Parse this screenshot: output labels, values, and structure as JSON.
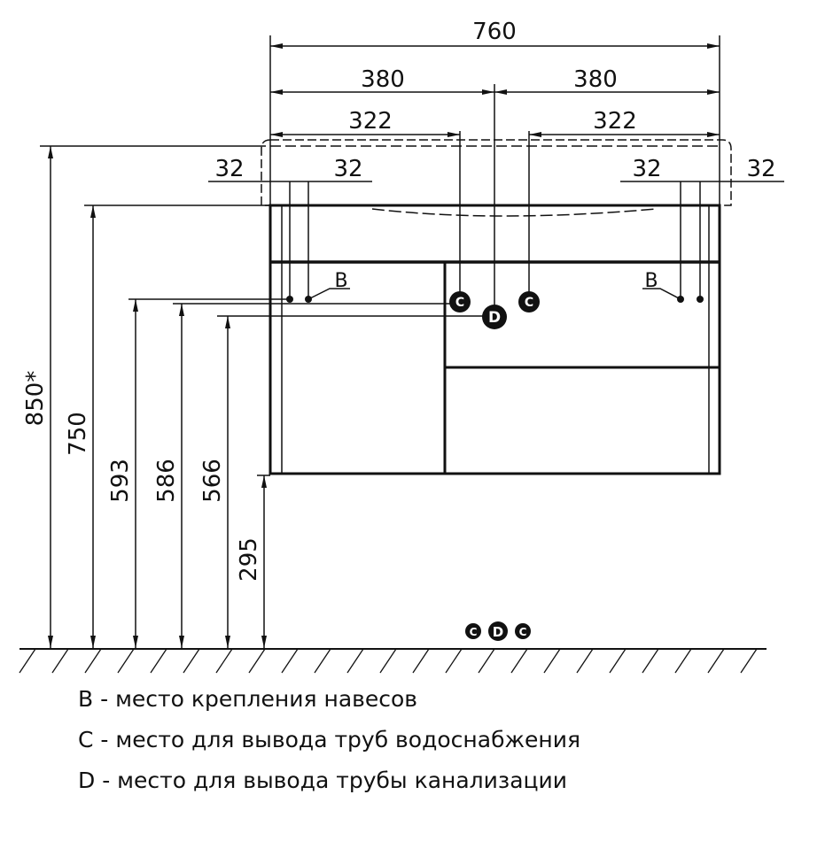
{
  "dimensions": {
    "total_width": "760",
    "half_left": "380",
    "half_right": "380",
    "pipe_left": "322",
    "pipe_right": "322",
    "offset_left_outer": "32",
    "offset_left_inner": "32",
    "offset_right_inner": "32",
    "offset_right_outer": "32",
    "height_total": "850*",
    "height_cabinet_top": "750",
    "height_B": "593",
    "height_C": "586",
    "height_D": "566",
    "height_bottom": "295"
  },
  "markers": {
    "B": "B",
    "C": "C",
    "D": "D"
  },
  "legend": [
    "B - место крепления навесов",
    "C - место для вывода труб водоснабжения",
    "D - место для вывода трубы канализации"
  ]
}
